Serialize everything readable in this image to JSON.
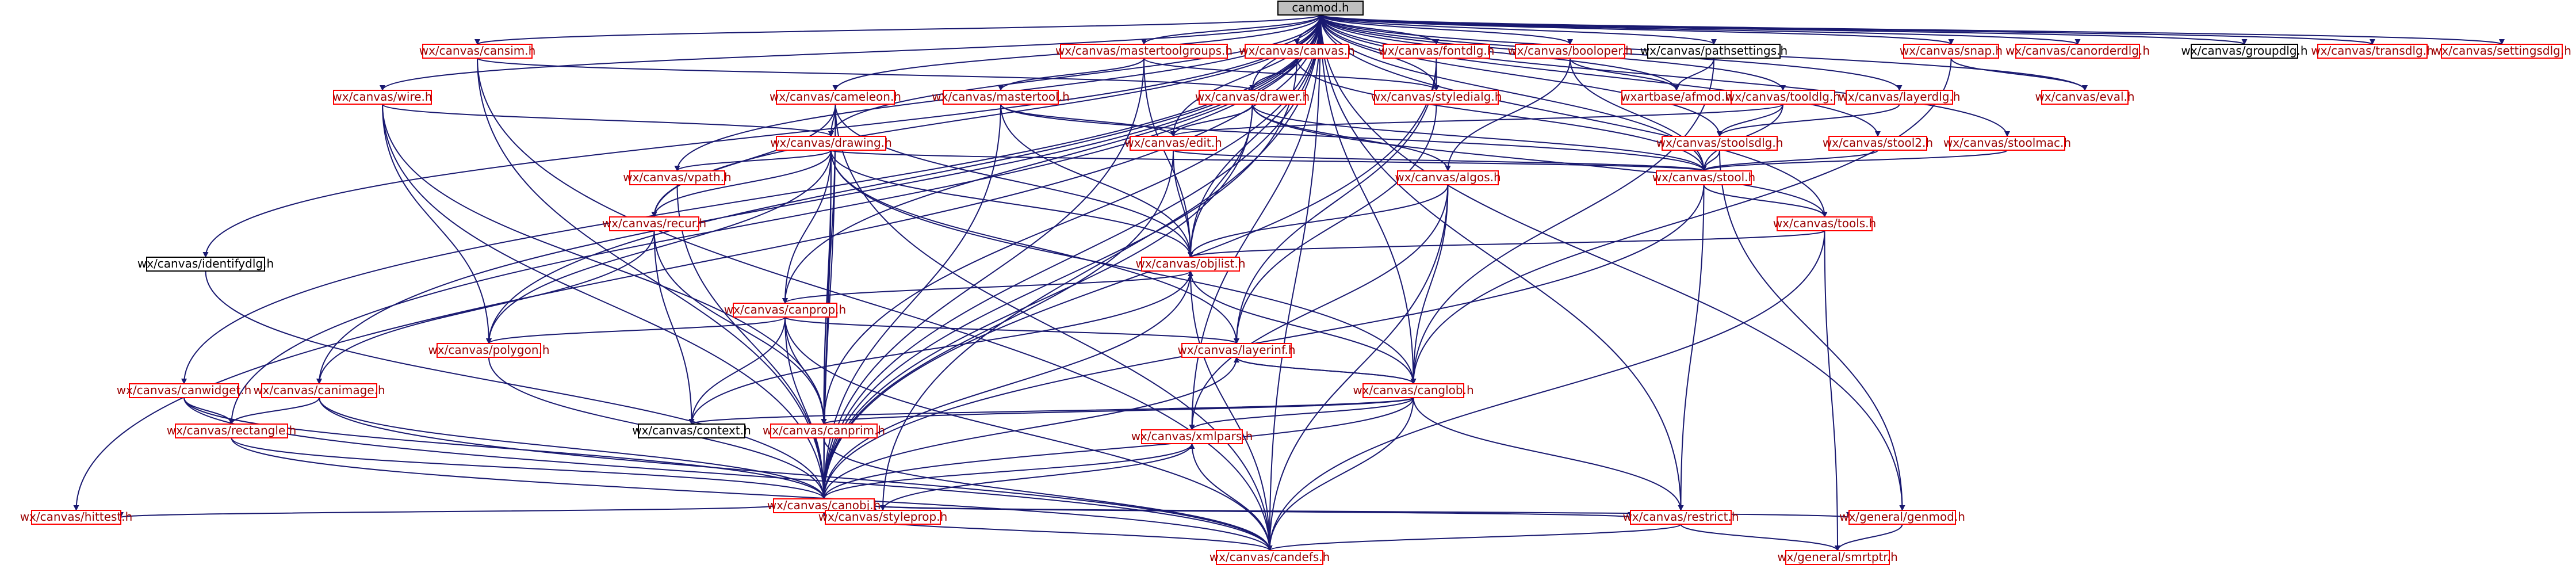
{
  "colors": {
    "edge": "#191970",
    "border_red": "#ff0000",
    "border_black": "#000000",
    "root_fill": "#bfbfbf",
    "text_dark": "#000000",
    "text_red": "#9a0000"
  },
  "nodes": {
    "root": "canmod.h",
    "canvas_h": "wx/canvas/canvas.h",
    "cansim": "wx/canvas/cansim.h",
    "mastertoolgroups": "wx/canvas/mastertoolgroups.h",
    "fontdlg": "wx/canvas/fontdlg.h",
    "boolope": "wx/canvas/booloper.h",
    "pathsettings": "wx/canvas/pathsettings.h",
    "snap": "wx/canvas/snap.h",
    "canorderdlg": "wx/canvas/canorderdlg.h",
    "groupdlg": "wx/canvas/groupdlg.h",
    "transdlg": "wx/canvas/transdlg.h",
    "settingsdlg": "wx/canvas/settingsdlg.h",
    "wire": "wx/canvas/wire.h",
    "cameleon": "wx/canvas/cameleon.h",
    "mastertool": "wx/canvas/mastertool.h",
    "drawer": "wx/canvas/drawer.h",
    "styledialg": "wx/canvas/styledialg.h",
    "afmod": "wxartbase/afmod.h",
    "tooldlg": "wx/canvas/tooldlg.h",
    "layerdlg": "wx/canvas/layerdlg.h",
    "eval": "wx/canvas/eval.h",
    "drawing": "wx/canvas/drawing.h",
    "edit": "wx/canvas/edit.h",
    "stoolsdlg": "wx/canvas/stoolsdlg.h",
    "stool2": "wx/canvas/stool2.h",
    "stoolmac": "wx/canvas/stoolmac.h",
    "vpath": "wx/canvas/vpath.h",
    "algos": "wx/canvas/algos.h",
    "stool": "wx/canvas/stool.h",
    "recur": "wx/canvas/recur.h",
    "tools": "wx/canvas/tools.h",
    "objlist": "wx/canvas/objlist.h",
    "identifydlg": "wx/canvas/identifydlg.h",
    "canprop": "wx/canvas/canprop.h",
    "polygon": "wx/canvas/polygon.h",
    "layerinf": "wx/canvas/layerinf.h",
    "canglob": "wx/canvas/canglob.h",
    "canwidget": "wx/canvas/canwidget.h",
    "canimage": "wx/canvas/canimage.h",
    "rectangle": "wx/canvas/rectangle.h",
    "context": "wx/canvas/context.h",
    "canprim": "wx/canvas/canprim.h",
    "xmlpars": "wx/canvas/xmlpars.h",
    "canobj": "wx/canvas/canobj.h",
    "hittest": "wx/canvas/hittest.h",
    "styleprop": "wx/canvas/styleprop.h",
    "restrict": "wx/canvas/restrict.h",
    "genmod": "wx/general/genmod.h",
    "candefs": "wx/canvas/candefs.h",
    "smrtptr": "wx/general/smrtptr.h"
  }
}
